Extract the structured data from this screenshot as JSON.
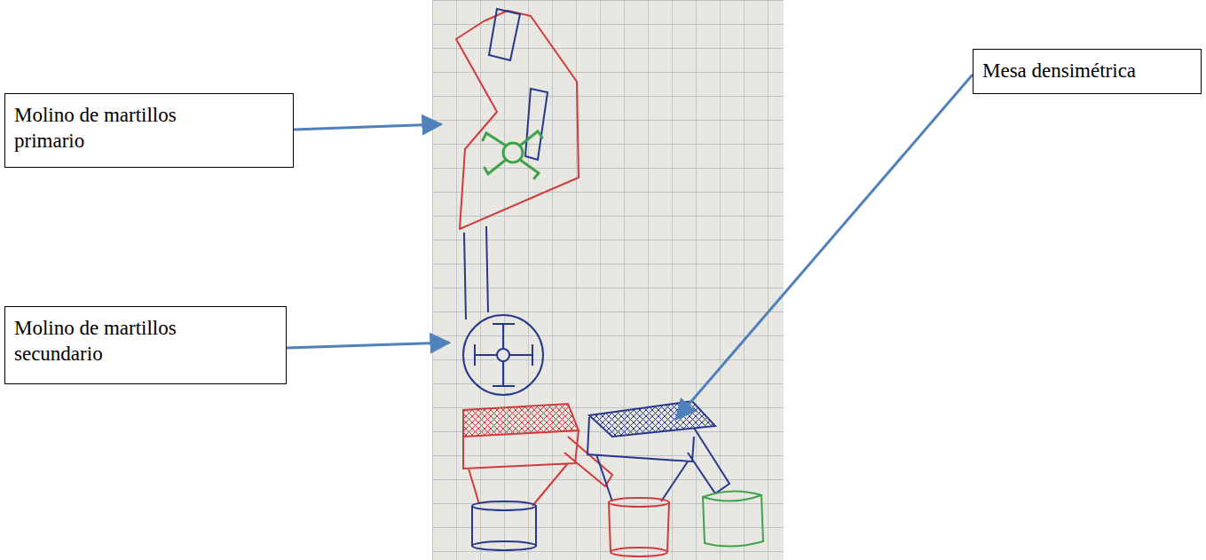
{
  "diagram": {
    "nodes": [
      {
        "text": [
          "Molino de martillos primario"
        ]
      },
      {
        "text": [
          "Molino de martillos secundario"
        ]
      },
      {
        "text": [
          "Mesa densimétrica"
        ]
      }
    ]
  }
}
